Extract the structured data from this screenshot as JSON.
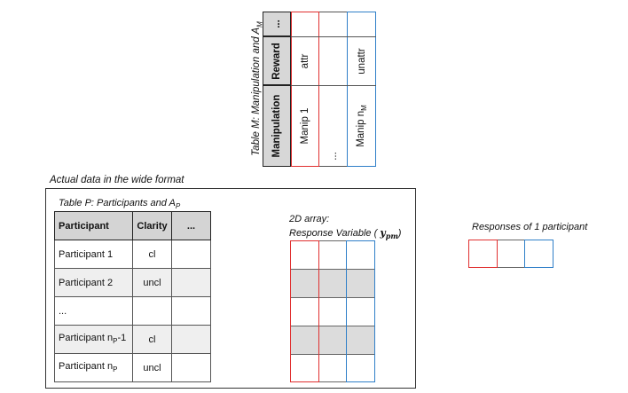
{
  "table_m": {
    "caption": "Table M: Manipulation and A",
    "caption_sub": "M",
    "headers": [
      "Manipulation",
      "Reward",
      "..."
    ],
    "rows": [
      {
        "manipulation": "Manip 1",
        "reward": "attr"
      },
      {
        "manipulation": "...",
        "reward": ""
      },
      {
        "manipulation": "Manip n",
        "manipulation_sub": "M",
        "reward": "unattr"
      }
    ]
  },
  "wide": {
    "caption": "Actual data in the wide format"
  },
  "table_p": {
    "caption": "Table P: Participants and A",
    "caption_sub": "P",
    "headers": [
      "Participant",
      "Clarity",
      "..."
    ],
    "rows": [
      {
        "participant": "Participant 1",
        "sub": "",
        "suffix": "",
        "clarity": "cl"
      },
      {
        "participant": "Participant 2",
        "sub": "",
        "suffix": "",
        "clarity": "uncl"
      },
      {
        "participant": "...",
        "sub": "",
        "suffix": "",
        "clarity": ""
      },
      {
        "participant": "Participant n",
        "sub": "P",
        "suffix": "-1",
        "clarity": "cl"
      },
      {
        "participant": "Participant n",
        "sub": "P",
        "suffix": "",
        "clarity": "uncl"
      }
    ]
  },
  "array": {
    "caption_line1": "2D array:",
    "caption_line2": "Response Variable ( ",
    "caption_var": "y",
    "caption_var_sub": "pm",
    "caption_close": ")"
  },
  "responses": {
    "caption": "Responses of 1 participant"
  },
  "colors": {
    "red": "#e03030",
    "blue": "#2f7fc8",
    "header_gray": "#d4d4d4",
    "shade_gray": "#dcdcdc"
  }
}
